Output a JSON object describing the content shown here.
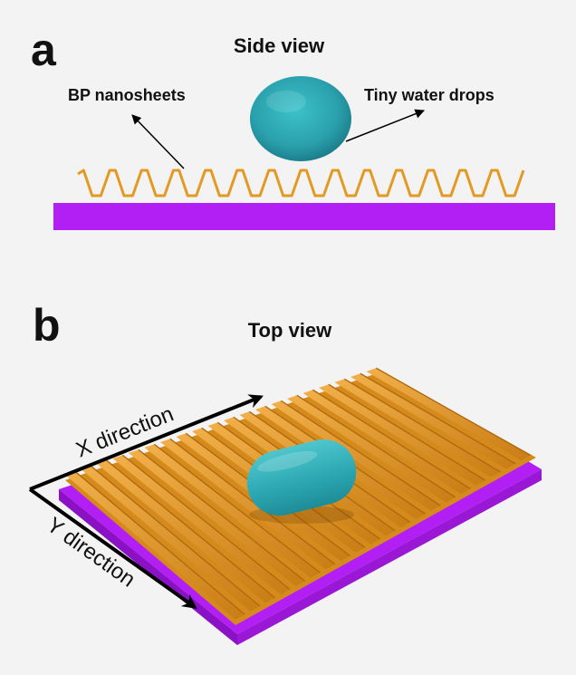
{
  "panel_a": {
    "letter": "a",
    "title": "Side view",
    "label_nanosheets": "BP nanosheets",
    "label_drops": "Tiny water drops"
  },
  "panel_b": {
    "letter": "b",
    "title": "Top view",
    "label_x": "X direction",
    "label_y": "Y direction"
  },
  "colors": {
    "background": "#f3f3f3",
    "substrate": "#b21ff5",
    "substrate_side": "#8a12c4",
    "nanosheet": "#e39a25",
    "nanosheet_dark": "#b06a10",
    "water": "#2aa9b4",
    "arrow": "#000000"
  }
}
